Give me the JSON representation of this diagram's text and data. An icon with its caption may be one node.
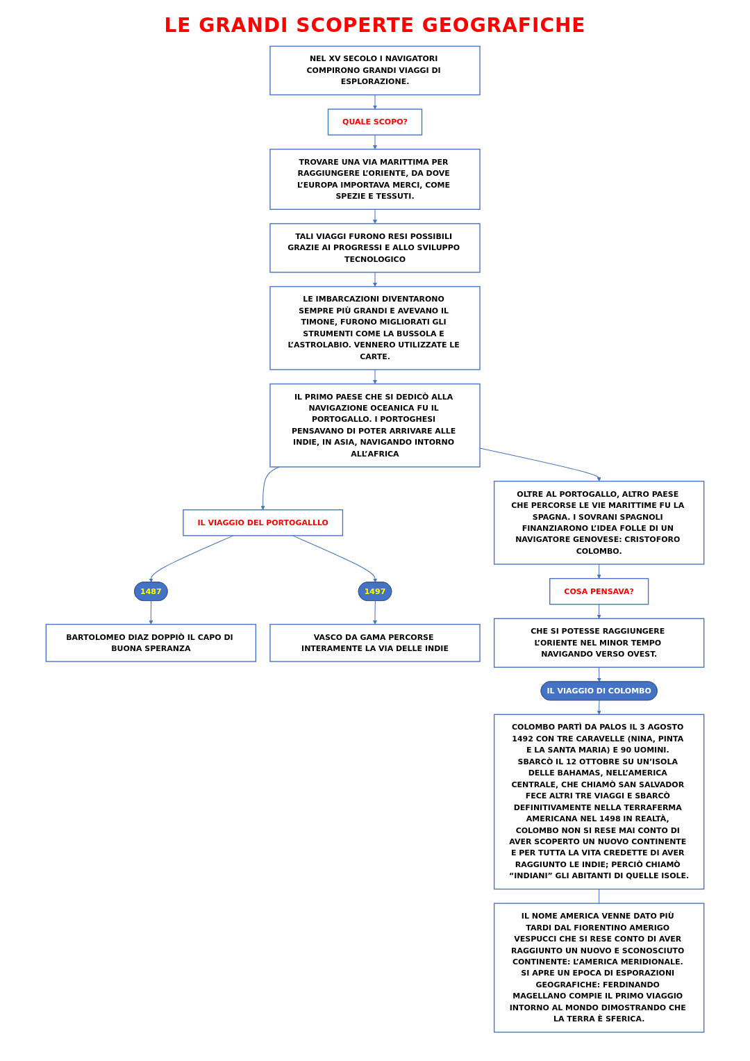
{
  "diagram": {
    "title": "LE GRANDI SCOPERTE GEOGRAFICHE",
    "nodes": [
      {
        "text": [
          "NEL XV SECOLO I NAVIGATORI COMPIRONO GRANDI VIAGGI DI ESPLORAZIONE."
        ]
      },
      {
        "text": [
          "QUALE SCOPO?"
        ]
      },
      {
        "text": [
          "TROVARE UNA VIA MARITTIMA PER RAGGIUNGERE L’ORIENTE, DA DOVE L’EUROPA IMPORTAVA MERCI, COME SPEZIE E TESSUTI."
        ]
      },
      {
        "text": [
          "TALI VIAGGI FURONO RESI POSSIBILI GRAZIE AI PROGRESSI E ALLO SVILUPPO TECNOLOGICO"
        ]
      },
      {
        "text": [
          "LE IMBARCAZIONI DIVENTARONO SEMPRE PIÙ GRANDI E AVEVANO IL TIMONE, FURONO MIGLIORATI GLI STRUMENTI COME LA BUSSOLA E L’ASTROLABIO. VENNERO UTILIZZATE LE CARTE."
        ]
      },
      {
        "text": [
          "IL PRIMO PAESE CHE SI DEDICÒ ALLA NAVIGAZIONE OCEANICA FU IL PORTOGALLO. I PORTOGHESI PENSAVANO DI POTER ARRIVARE ALLE INDIE, IN ASIA, NAVIGANDO INTORNO ALL’AFRICA"
        ]
      },
      {
        "text": [
          "IL VIAGGIO DEL PORTOGALLLO"
        ]
      },
      {
        "text": [
          "1487"
        ]
      },
      {
        "text": [
          "1497"
        ]
      },
      {
        "text": [
          "BARTOLOMEO DIAZ DOPPIÒ IL CAPO DI BUONA SPERANZA"
        ]
      },
      {
        "text": [
          "VASCO DA GAMA PERCORSE INTERAMENTE LA VIA DELLE INDIE"
        ]
      },
      {
        "text": [
          "OLTRE AL PORTOGALLO, ALTRO PAESE CHE PERCORSE LE VIE MARITTIME FU LA SPAGNA. I SOVRANI SPAGNOLI FINANZIARONO L’IDEA FOLLE DI UN NAVIGATORE GENOVESE: CRISTOFORO COLOMBO."
        ]
      },
      {
        "text": [
          "COSA PENSAVA?"
        ]
      },
      {
        "text": [
          "CHE SI POTESSE RAGGIUNGERE L’ORIENTE NEL MINOR TEMPO NAVIGANDO VERSO OVEST."
        ]
      },
      {
        "text": [
          "IL VIAGGIO DI COLOMBO"
        ]
      },
      {
        "text": [
          "COLOMBO PARTÌ DA PALOS IL 3 AGOSTO 1492 CON TRE CARAVELLE (NINA, PINTA E LA SANTA MARIA) E 90 UOMINI. SBARCÒ IL 12 OTTOBRE SU UN’ISOLA DELLE BAHAMAS, NELL’AMERICA CENTRALE, CHE CHIAMÒ SAN SALVADOR FECE ALTRI TRE VIAGGI E SBARCÒ DEFINITIVAMENTE NELLA TERRAFERMA AMERICANA NEL 1498 IN REALTÀ, COLOMBO NON SI RESE MAI CONTO DI AVER SCOPERTO UN NUOVO CONTINENTE E PER TUTTA LA VITA CREDETTE DI AVER RAGGIUNTO LE INDIE; PERCIÒ CHIAMÒ “INDIANI” GLI ABITANTI DI QUELLE ISOLE."
        ]
      },
      {
        "text": [
          "IL NOME AMERICA VENNE DATO PIÙ TARDI DAL FIORENTINO AMERIGO VESPUCCI CHE SI RESE CONTO DI AVER RAGGIUNTO UN NUOVO E SCONOSCIUTO CONTINENTE: L’AMERICA MERIDIONALE. SI APRE UN EPOCA DI ESPORAZIONI GEOGRAFICHE: FERDINANDO MAGELLANO COMPIE IL PRIMO VIAGGIO INTORNO AL MONDO DIMOSTRANDO CHE LA TERRA È SFERICA."
        ]
      }
    ],
    "edges": [
      {
        "from": 0,
        "to": 1,
        "arrow": "to"
      },
      {
        "from": 1,
        "to": 2,
        "arrow": "to"
      },
      {
        "from": 2,
        "to": 3,
        "arrow": "to"
      },
      {
        "from": 3,
        "to": 4,
        "arrow": "to"
      },
      {
        "from": 4,
        "to": 5,
        "arrow": "to"
      },
      {
        "from": 5,
        "to": 6,
        "arrow": "to"
      },
      {
        "from": 6,
        "to": 7,
        "arrow": "to"
      },
      {
        "from": 6,
        "to": 8,
        "arrow": "to"
      },
      {
        "from": 7,
        "to": 9,
        "arrow": "to"
      },
      {
        "from": 8,
        "to": 10,
        "arrow": "to"
      },
      {
        "from": 5,
        "to": 11,
        "arrow": "to"
      },
      {
        "from": 11,
        "to": 12,
        "arrow": "to"
      },
      {
        "from": 12,
        "to": 13,
        "arrow": "to"
      },
      {
        "from": 13,
        "to": 14,
        "arrow": "to"
      },
      {
        "from": 14,
        "to": 15,
        "arrow": "to"
      },
      {
        "from": 15,
        "to": 16,
        "arrow": "none"
      }
    ]
  }
}
